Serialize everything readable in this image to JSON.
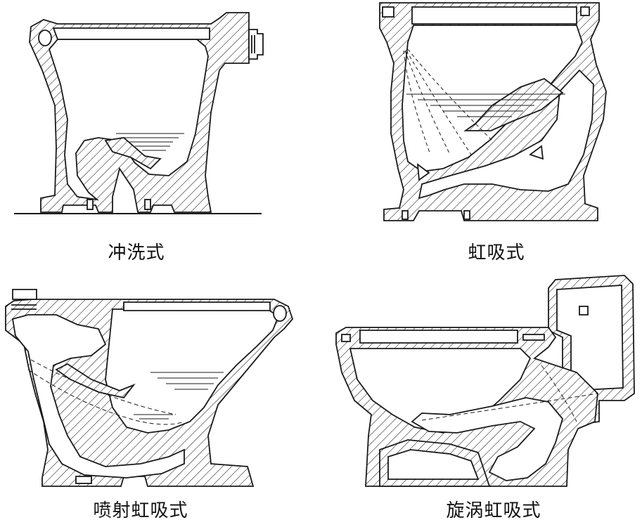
{
  "panels": [
    {
      "id": "flush",
      "caption": "冲洗式"
    },
    {
      "id": "siphon",
      "caption": "虹吸式"
    },
    {
      "id": "jet-siphon",
      "caption": "喷射虹吸式"
    },
    {
      "id": "vortex-siphon",
      "caption": "旋涡虹吸式"
    }
  ],
  "colors": {
    "stroke": "#1a1a1a",
    "hatch": "#1a1a1a",
    "background": "#ffffff"
  }
}
